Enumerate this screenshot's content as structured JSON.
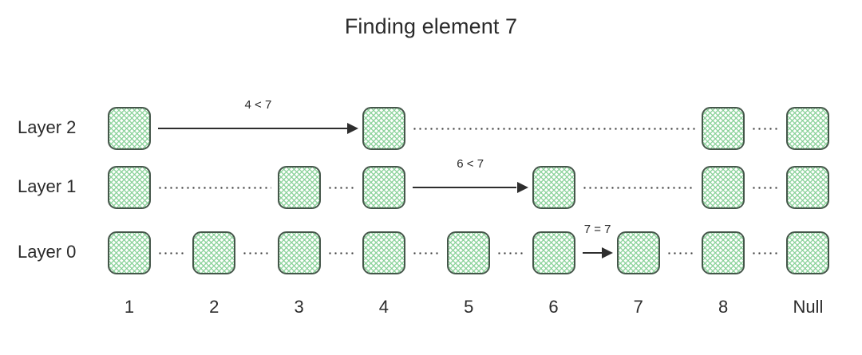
{
  "diagram": {
    "title": "Finding element 7",
    "background_color": "#ffffff",
    "node_fill_color": "#84cf94",
    "node_border_color": "#45564a",
    "line_color": "#2e2e2e",
    "text_color": "#2b2b2b"
  },
  "layers": [
    {
      "label": "Layer 2",
      "index": 2,
      "nodes_at_columns": [
        1,
        4,
        8,
        9
      ]
    },
    {
      "label": "Layer 1",
      "index": 1,
      "nodes_at_columns": [
        1,
        3,
        4,
        6,
        8,
        9
      ]
    },
    {
      "label": "Layer 0",
      "index": 0,
      "nodes_at_columns": [
        1,
        2,
        3,
        4,
        5,
        6,
        7,
        8,
        9
      ]
    }
  ],
  "columns": [
    {
      "index": 1,
      "label": "1"
    },
    {
      "index": 2,
      "label": "2"
    },
    {
      "index": 3,
      "label": "3"
    },
    {
      "index": 4,
      "label": "4"
    },
    {
      "index": 5,
      "label": "5"
    },
    {
      "index": 6,
      "label": "6"
    },
    {
      "index": 7,
      "label": "7"
    },
    {
      "index": 8,
      "label": "8"
    },
    {
      "index": 9,
      "label": "Null"
    }
  ],
  "search_steps": [
    {
      "label": "4 < 7",
      "layer": 2,
      "from_column": 1,
      "to_column": 4
    },
    {
      "label": "6 < 7",
      "layer": 1,
      "from_column": 4,
      "to_column": 6
    },
    {
      "label": "7 = 7",
      "layer": 0,
      "from_column": 6,
      "to_column": 7
    }
  ]
}
